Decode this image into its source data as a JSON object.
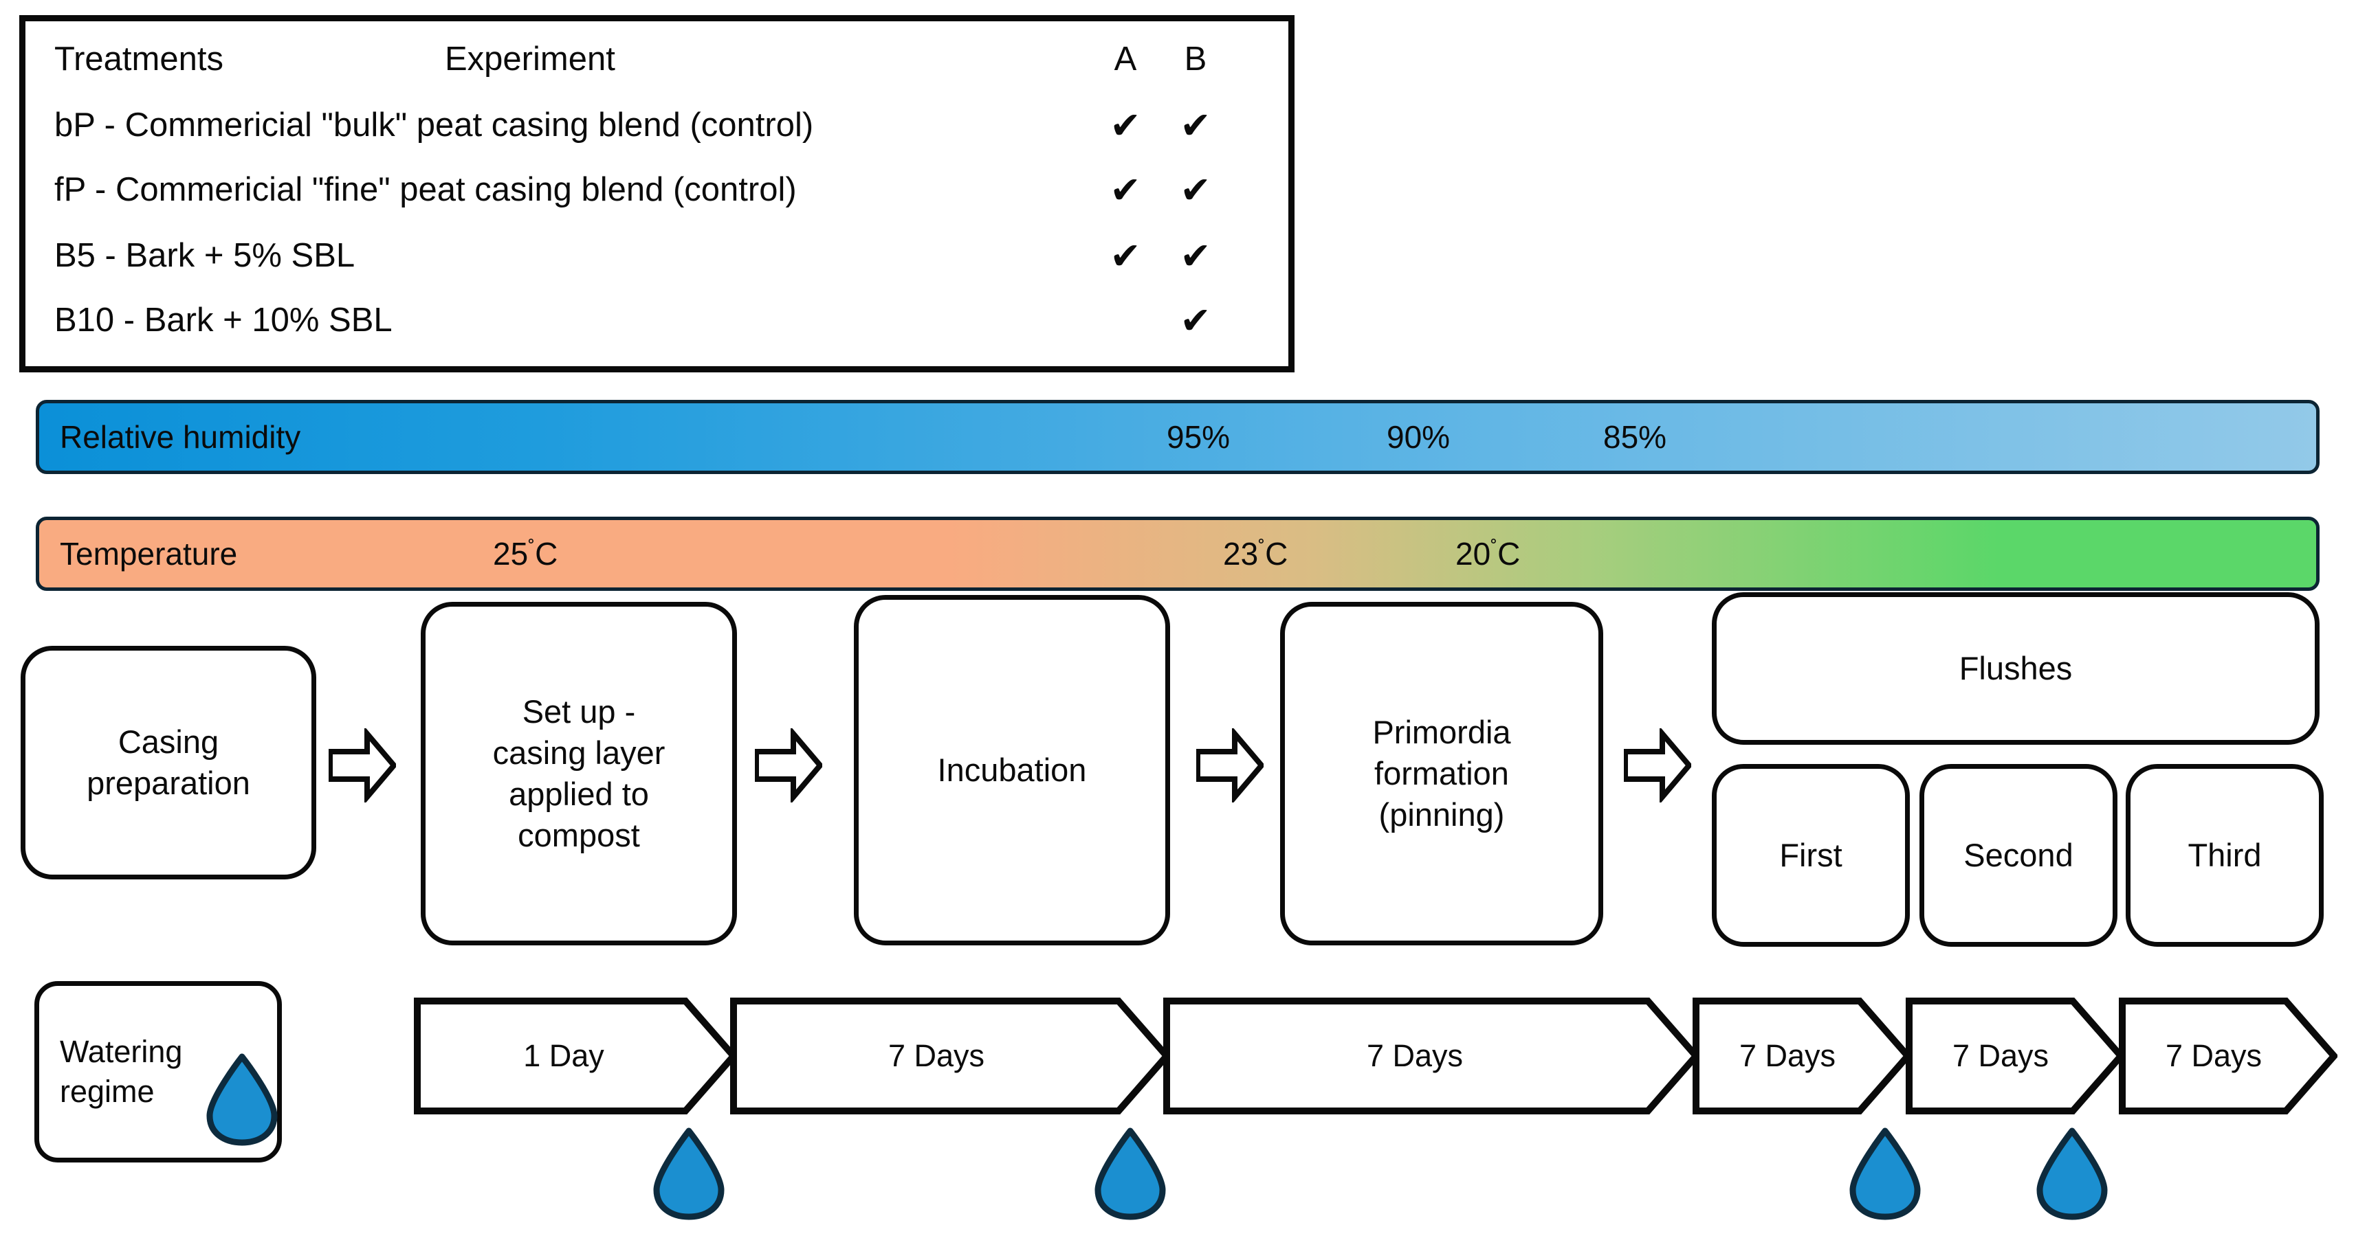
{
  "treatments_table": {
    "header": {
      "col_treatments": "Treatments",
      "col_experiment": "Experiment",
      "col_a": "A",
      "col_b": "B"
    },
    "check_glyph": "✔",
    "rows": [
      {
        "label": "bP - Commericial \"bulk\" peat casing blend (control)",
        "a": true,
        "b": true
      },
      {
        "label": "fP - Commericial \"fine\" peat casing blend (control)",
        "a": true,
        "b": true
      },
      {
        "label": "B5 - Bark + 5% SBL",
        "a": true,
        "b": true
      },
      {
        "label": "B10 - Bark + 10% SBL",
        "a": false,
        "b": true
      }
    ]
  },
  "conditions": {
    "humidity": {
      "label": "Relative humidity",
      "ticks": [
        "95%",
        "90%",
        "85%"
      ],
      "color_start": "#0b90d8",
      "color_end": "#92c9e8"
    },
    "temperature": {
      "label": "Temperature",
      "ticks": [
        {
          "value": "25",
          "unit": "C"
        },
        {
          "value": "23",
          "unit": "C"
        },
        {
          "value": "20",
          "unit": "C"
        }
      ],
      "degree_symbol": "˚",
      "color_start": "#f9ab81",
      "color_end": "#5bd769"
    }
  },
  "process_flow": {
    "steps": [
      "Casing\npreparation",
      "Set up -\ncasing layer\napplied to\ncompost",
      "Incubation",
      "Primordia\nformation\n(pinning)"
    ],
    "flushes": {
      "title": "Flushes",
      "items": [
        "First",
        "Second",
        "Third"
      ]
    }
  },
  "watering": {
    "label": "Watering\nregime",
    "durations": [
      "1 Day",
      "7 Days",
      "7 Days",
      "7 Days",
      "7 Days",
      "7 Days"
    ],
    "drop_count": 4,
    "drop_fill": "#1b8fd0",
    "drop_stroke": "#0d2b3e"
  }
}
